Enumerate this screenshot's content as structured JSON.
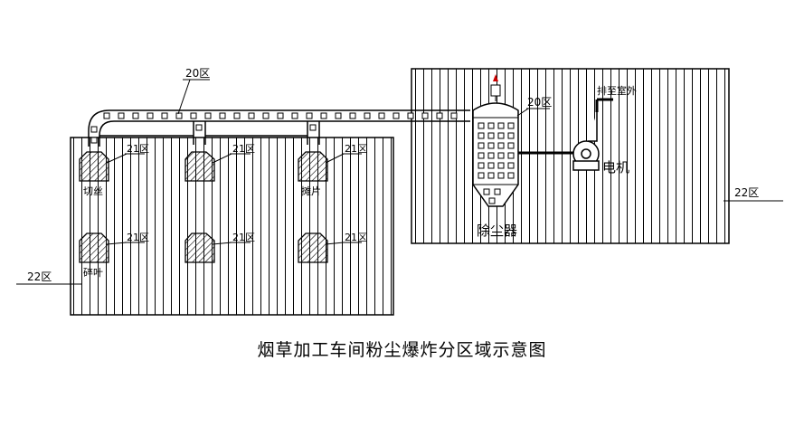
{
  "caption": "烟草加工车间粉尘爆炸分区域示意图",
  "labels": {
    "zone20_duct": "20区",
    "zone20_collector": "20区",
    "zone21": "21区",
    "zone22_left": "22区",
    "zone22_right": "22区",
    "m_qiesi": "切丝",
    "m_baipian": "摊片",
    "m_suiye": "碎叶",
    "collector": "除尘器",
    "motor": "电机",
    "exhaust": "排至室外"
  },
  "colors": {
    "line": "#000000",
    "hatch": "#000000",
    "fan_flame": "#cc0000"
  }
}
